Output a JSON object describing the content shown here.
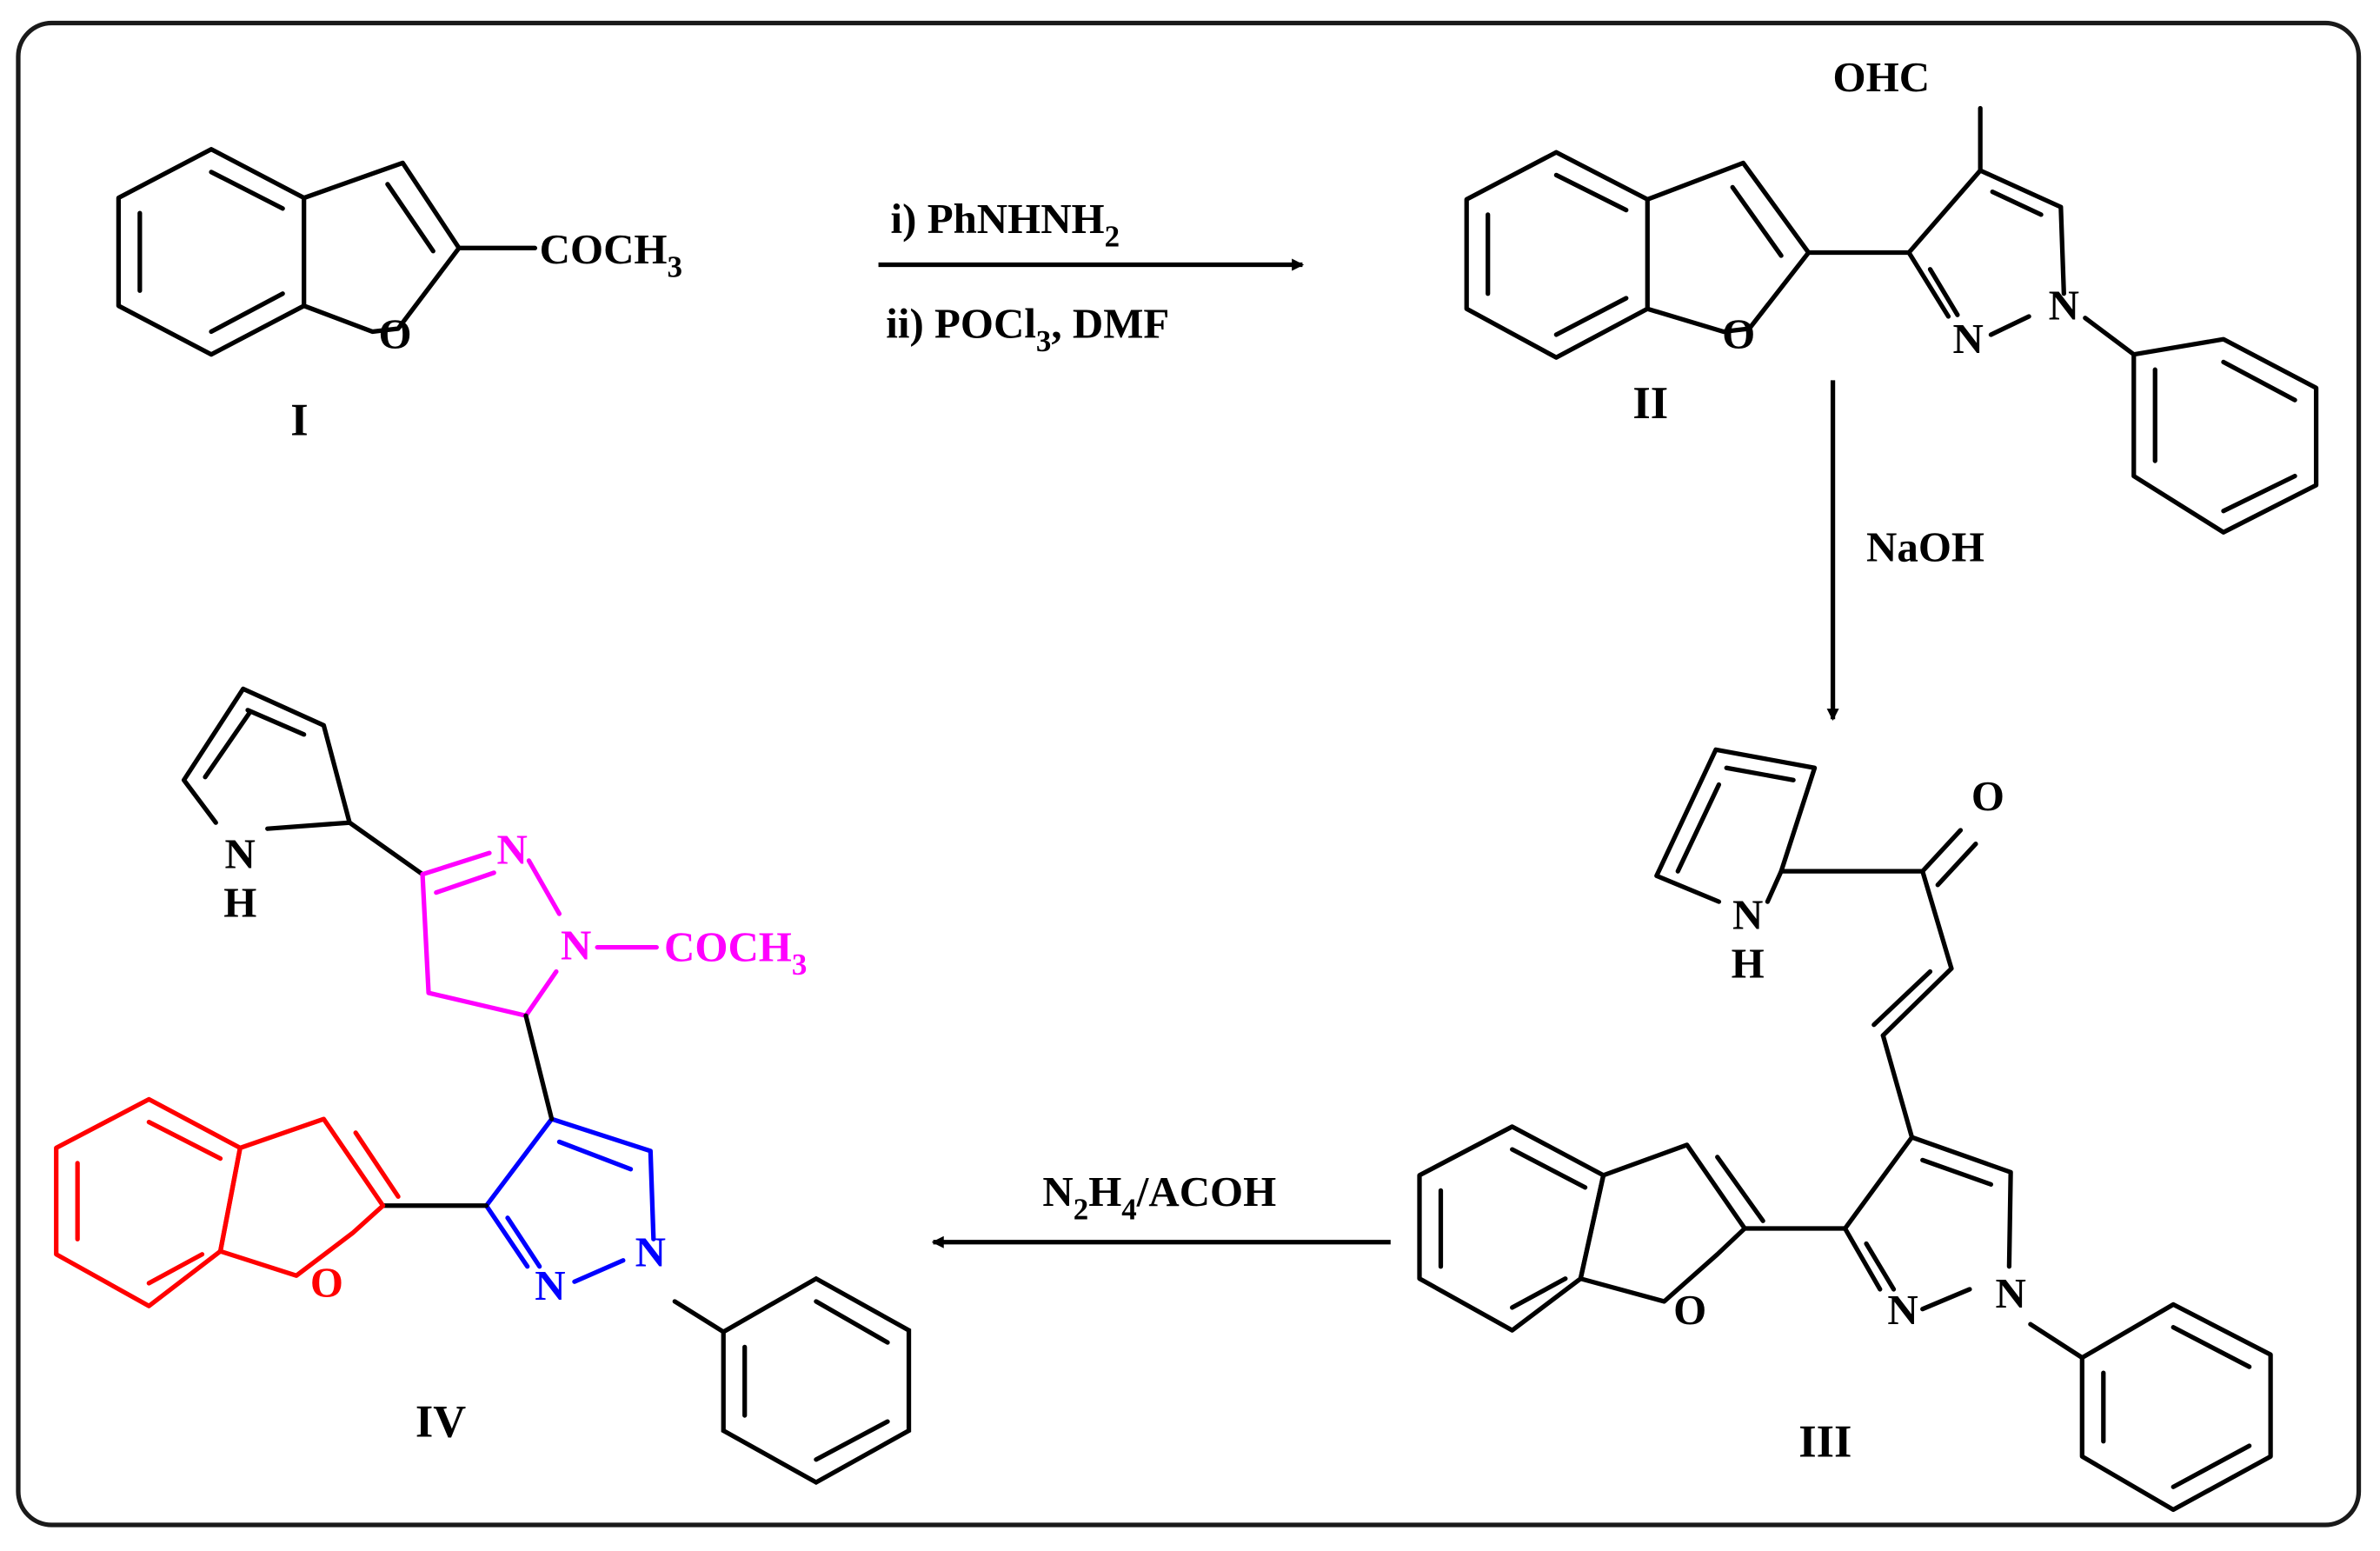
{
  "compounds": {
    "I": {
      "label": "I",
      "substituent": "COCH",
      "substituent_sub": "3",
      "ring_O": "O"
    },
    "II": {
      "label": "II",
      "aldehyde": "OHC",
      "ring_O": "O",
      "N1": "N",
      "N2": "N"
    },
    "III": {
      "label": "III",
      "carbonyl_O": "O",
      "pyrrole_N": "N",
      "pyrrole_H": "H",
      "ring_O": "O",
      "N1": "N",
      "N2": "N"
    },
    "IV": {
      "label": "IV",
      "pyrrole_N": "N",
      "pyrrole_H": "H",
      "pyrazoline_N1": "N",
      "pyrazoline_N2": "N",
      "acetyl": "COCH",
      "acetyl_sub": "3",
      "ring_O": "O",
      "N1": "N",
      "N2": "N"
    }
  },
  "reactions": {
    "step1": {
      "line1_main": "i) PhNHNH",
      "line1_sub": "2",
      "line2_main": "ii) POCl",
      "line2_sub": "3",
      "line2_end": ", DMF"
    },
    "step2": {
      "reagent": "NaOH"
    },
    "step3": {
      "p1": "N",
      "s1": "2",
      "p2": "H",
      "s2": "4",
      "p3": "/ACOH"
    }
  },
  "colors": {
    "bond": "#000000",
    "benzofuran": "#ff0000",
    "pyrazole": "#0000ff",
    "pyrazoline": "#ff00ff",
    "frame": "#1a1a1a"
  }
}
